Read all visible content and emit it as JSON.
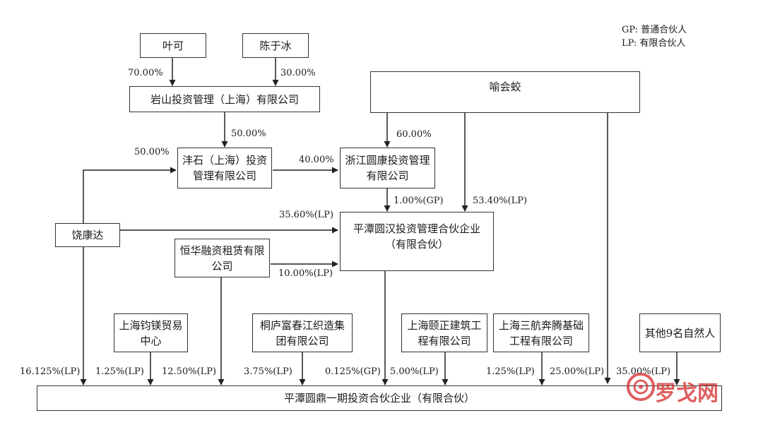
{
  "legend": {
    "gp": "GP: 普通合伙人",
    "lp": "LP: 有限合伙人"
  },
  "entities": {
    "yeke": "叶可",
    "chenyubing": "陈于冰",
    "yanshan": "岩山投资管理（上海）有限公司",
    "yangshi": "沣石（上海）投资管理有限公司",
    "zhejiang": "浙江圆康投资管理有限公司",
    "yuhuijiao": "喻会蛟",
    "raokangda": "饶康达",
    "pingtan_yuanhan": "平潭圆汉投资管理合伙企业（有限合伙）",
    "henghua": "恒华融资租赁有限公司",
    "shanghai_junmei": "上海钧镁贸易中心",
    "tonglu": "桐庐富春江织造集团有限公司",
    "shanghai_guzheng": "上海颐正建筑工程有限公司",
    "shanghai_sanhang": "上海三航奔腾基础工程有限公司",
    "others": "其他9名自然人",
    "pingtan_yuanding": "平潭圆鼎一期投资合伙企业（有限合伙）"
  },
  "labels": {
    "yeke_pct": "70.00%",
    "chen_pct": "30.00%",
    "yanshan_pct": "50.00%",
    "rao_to_yangshi_pct": "50.00%",
    "yangshi_to_zj_pct": "40.00%",
    "yu_to_zj_pct": "60.00%",
    "zj_gp_pct": "1.00%(GP)",
    "yu_to_yh_pct": "53.40%(LP)",
    "rao_to_yh_pct": "35.60%(LP)",
    "hh_to_yh_pct": "10.00%(LP)",
    "rao_to_yd_pct": "16.125%(LP)",
    "junmei_pct": "1.25%(LP)",
    "hh_to_yd_pct": "12.50%(LP)",
    "tonglu_pct": "3.75%(LP)",
    "yh_gp_pct": "0.125%(GP)",
    "guzheng_pct": "5.00%(LP)",
    "sanhang_1_pct": "1.25%(LP)",
    "sanhang_2_pct": "25.00%(LP)",
    "others_pct": "35.00%(LP)"
  },
  "watermark": {
    "text": "罗戈网",
    "color": "#d42a2a"
  }
}
